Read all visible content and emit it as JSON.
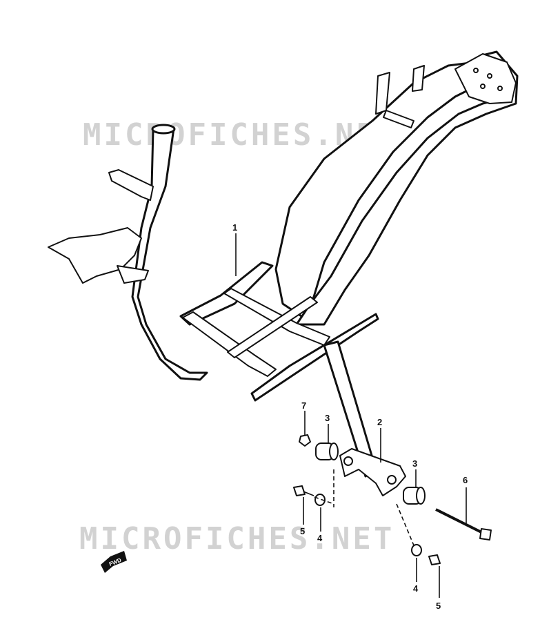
{
  "diagram": {
    "watermarks": [
      "MICROFICHES.NET",
      "MICROFICHES.NET"
    ],
    "forward_label": "FWD",
    "callouts": [
      "1",
      "2",
      "3",
      "3",
      "4",
      "4",
      "5",
      "5",
      "6",
      "7"
    ]
  }
}
